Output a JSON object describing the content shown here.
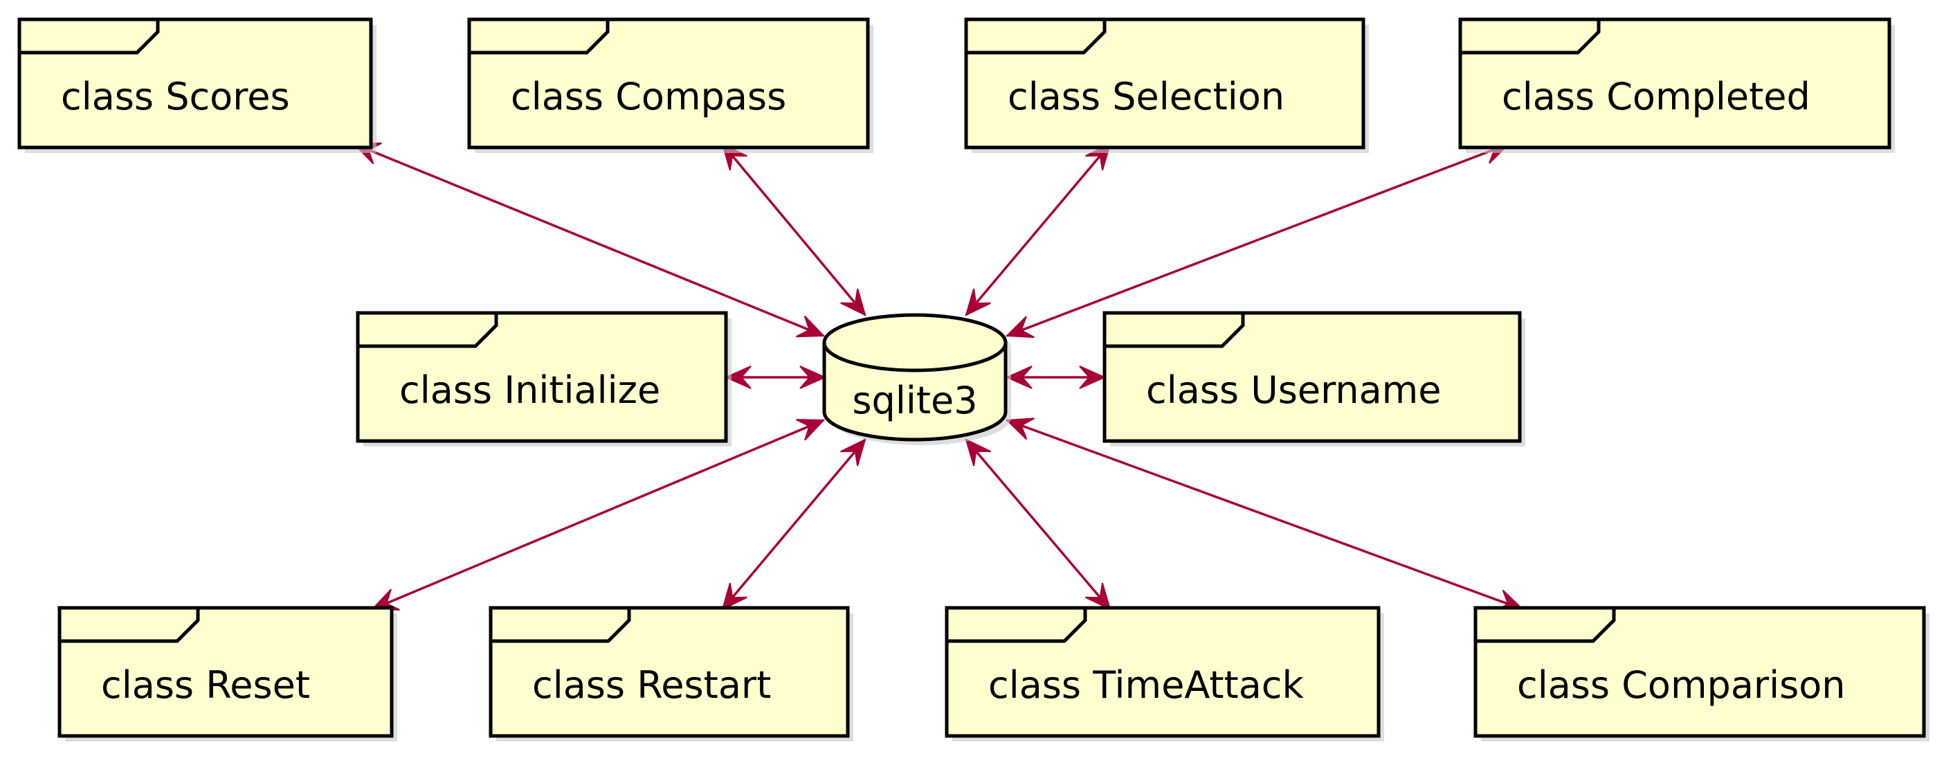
{
  "diagram": {
    "title": "",
    "colors": {
      "node_fill": "#FEFECE",
      "node_stroke": "#000000",
      "edge": "#A80036"
    },
    "database": {
      "label": "sqlite3",
      "shape": "database"
    },
    "frames": [
      {
        "id": "scores",
        "label": "class Scores"
      },
      {
        "id": "compass",
        "label": "class Compass"
      },
      {
        "id": "selection",
        "label": "class Selection"
      },
      {
        "id": "completed",
        "label": "class Completed"
      },
      {
        "id": "initialize",
        "label": "class Initialize"
      },
      {
        "id": "username",
        "label": "class Username"
      },
      {
        "id": "reset",
        "label": "class Reset"
      },
      {
        "id": "restart",
        "label": "class Restart"
      },
      {
        "id": "timeattack",
        "label": "class TimeAttack"
      },
      {
        "id": "comparison",
        "label": "class Comparison"
      }
    ],
    "edges": [
      {
        "from": "sqlite3",
        "to": "scores",
        "direction": "both"
      },
      {
        "from": "sqlite3",
        "to": "compass",
        "direction": "both"
      },
      {
        "from": "sqlite3",
        "to": "selection",
        "direction": "both"
      },
      {
        "from": "sqlite3",
        "to": "completed",
        "direction": "both"
      },
      {
        "from": "sqlite3",
        "to": "initialize",
        "direction": "both"
      },
      {
        "from": "sqlite3",
        "to": "username",
        "direction": "both"
      },
      {
        "from": "sqlite3",
        "to": "reset",
        "direction": "both"
      },
      {
        "from": "sqlite3",
        "to": "restart",
        "direction": "both"
      },
      {
        "from": "sqlite3",
        "to": "timeattack",
        "direction": "both"
      },
      {
        "from": "sqlite3",
        "to": "comparison",
        "direction": "both"
      }
    ]
  }
}
